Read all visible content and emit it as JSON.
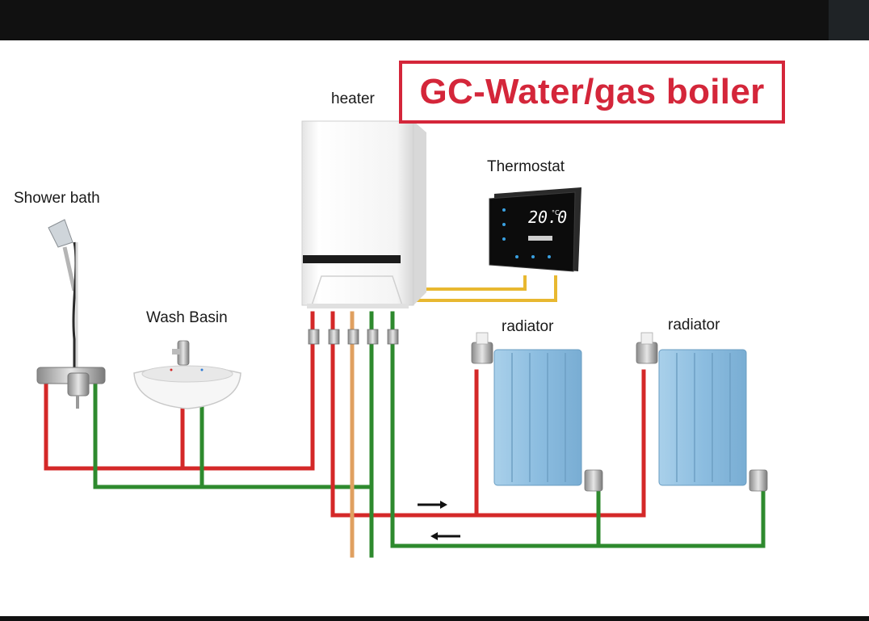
{
  "title": "GC-Water/gas boiler",
  "labels": {
    "heater": "heater",
    "thermostat": "Thermostat",
    "shower": "Shower bath",
    "basin": "Wash Basin",
    "radiator_1": "radiator",
    "radiator_2": "radiator"
  },
  "thermostat_display": {
    "temperature": "20.0",
    "unit": "°C"
  },
  "colors": {
    "hot_pipe": "#d42828",
    "return_pipe": "#2e8a2e",
    "gas_pipe": "#e0a060",
    "control_wire": "#e8b830",
    "radiator": "#8fbfe0",
    "title_red": "#d4263a"
  },
  "icons": [
    "shower-head-icon",
    "mixer-faucet-icon",
    "sink-icon",
    "boiler-icon",
    "thermostat-icon",
    "radiator-icon",
    "valve-icon",
    "flow-arrow-icon"
  ]
}
